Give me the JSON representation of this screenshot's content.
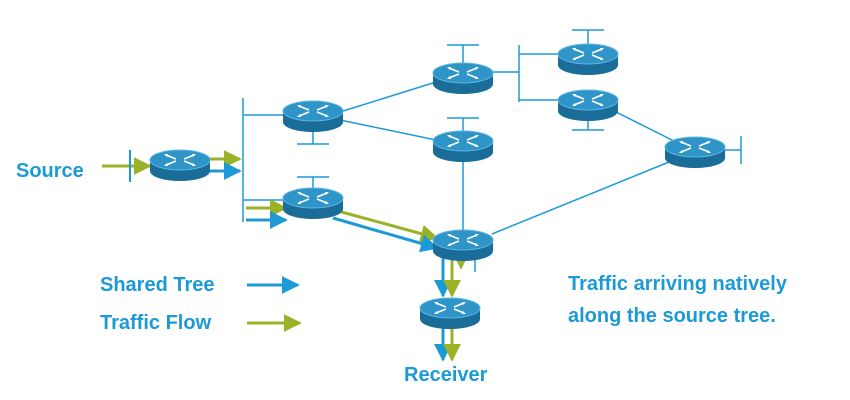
{
  "labels": {
    "source": "Source",
    "receiver": "Receiver",
    "legend_shared_tree": "Shared Tree",
    "legend_traffic_flow": "Traffic Flow",
    "note_line1": "Traffic arriving natively",
    "note_line2": "along the source tree."
  },
  "colors": {
    "blue": "#1c9ad6",
    "green": "#9ab227",
    "router_top": "#2f94c7",
    "router_side": "#1a6c99",
    "router_edge": "#5fb8e3"
  }
}
